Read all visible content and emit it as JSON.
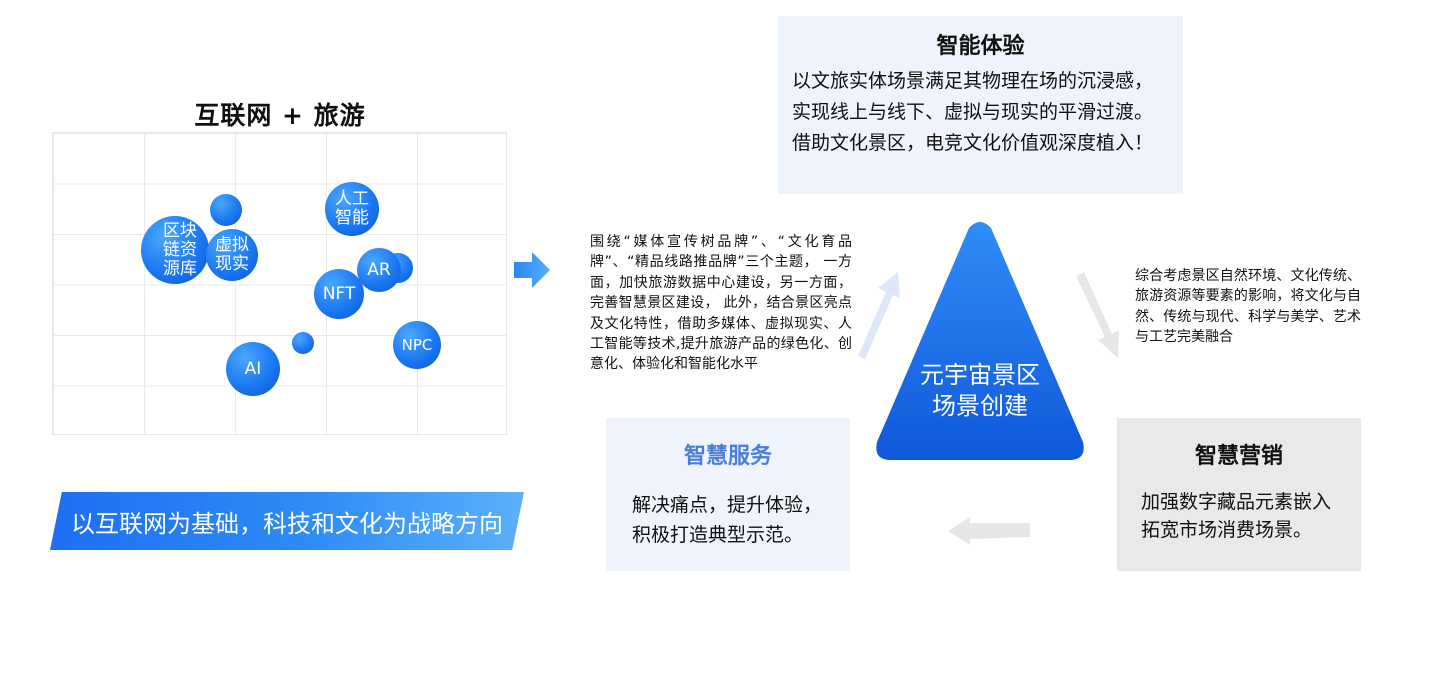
{
  "left": {
    "title": "互联网 + 旅游",
    "banner": "以互联网为基础，科技和文化为战略方向",
    "bubbles": {
      "blockchain": "区块链资源库",
      "virtual": "虚拟现实",
      "ai_cn": "人工智能",
      "ar": "AR",
      "nft": "NFT",
      "npc": "NPC",
      "ai": "AI"
    }
  },
  "middle_text": "围绕“媒体宣传树品牌”、“文化育品牌”、“精品线路推品牌”三个主题， 一方面，加快旅游数据中心建设，另一方面，完善智慧景区建设， 此外，结合景区亮点及文化特性，借助多媒体、虚拟现实、人工智能等技术,提升旅游产品的绿色化、创意化、体验化和智能化水平",
  "center": {
    "line1": "元宇宙景区",
    "line2": "场景创建"
  },
  "box_top": {
    "title": "智能体验",
    "lines": [
      "以文旅实体场景满足其物理在场的沉浸感，",
      "实现线上与线下、虚拟与现实的平滑过渡。",
      "借助文化景区，电竞文化价值观深度植入！"
    ]
  },
  "box_left": {
    "title": "智慧服务",
    "lines": [
      "解决痛点，提升体验，",
      "积极打造典型示范。"
    ]
  },
  "box_right": {
    "title": "智慧营销",
    "lines": [
      "加强数字藏品元素嵌入",
      "拓宽市场消费场景。"
    ]
  },
  "right_text": "综合考虑景区自然环境、文化传统、旅游资源等要素的影响，将文化与自然、传统与现代、科学与美学、艺术与工艺完美融合",
  "colors": {
    "accent_blue": "#1b78f0",
    "service_title": "#4a7fd8",
    "box_blue_bg": "#eff3fb",
    "box_gray_bg": "#e9e9e9"
  }
}
